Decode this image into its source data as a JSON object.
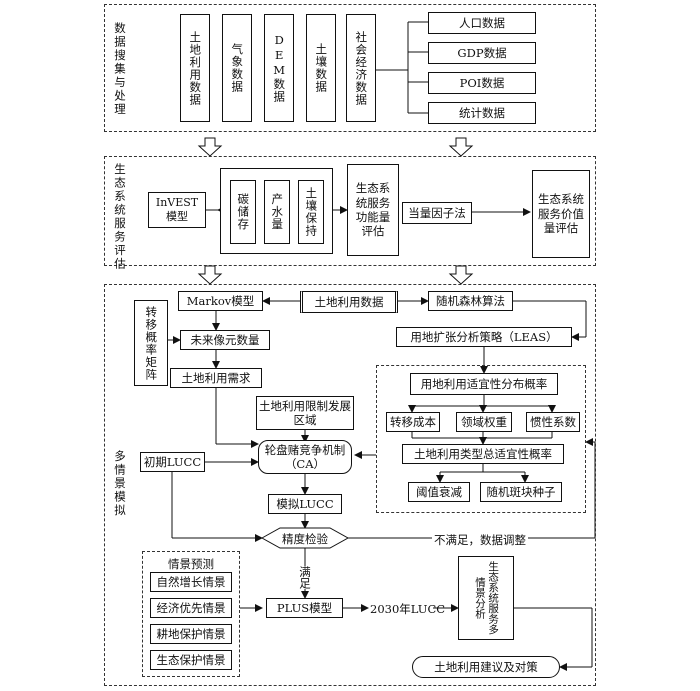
{
  "sections": {
    "data_collection": "数据搜集与处理",
    "eco_eval": "生态系统服务评估",
    "multi_scenario": "多情景模拟"
  },
  "data_boxes": [
    "土地利用数据",
    "气象数据",
    "DEM数据",
    "土壤数据",
    "社会经济数据"
  ],
  "social_items": [
    "人口数据",
    "GDP数据",
    "POI数据",
    "统计数据"
  ],
  "eco": {
    "invest": "InVEST模型",
    "services": [
      "碳储存",
      "产水量",
      "土壤保持"
    ],
    "function_eval": "生态系统服务功能量评估",
    "equiv_method": "当量因子法",
    "value_eval": "生态系统服务价值量评估"
  },
  "sim": {
    "markov": "Markov模型",
    "land_data": "土地利用数据",
    "rf": "随机森林算法",
    "transfer_matrix": "转移概率矩阵",
    "future_count": "未来像元数量",
    "land_demand": "土地利用需求",
    "restrict": "土地利用限制发展区域",
    "initial": "初期LUCC",
    "ca": "轮盘赌竞争机制（CA）",
    "sim_lucc": "模拟LUCC",
    "leas": "用地扩张分析策略（LEAS）",
    "suitability": "用地利用适宜性分布概率",
    "factors": [
      "转移成本",
      "领域权重",
      "惯性系数"
    ],
    "total_prob": "土地利用类型总适宜性概率",
    "threshold": "阈值衰减",
    "random_seed": "随机斑块种子",
    "accuracy": "精度检验",
    "not_satisfied": "不满足，数据调整",
    "satisfied": "满足",
    "scenario_title": "情景预测",
    "scenarios": [
      "自然增长情景",
      "经济优先情景",
      "耕地保护情景",
      "生态保护情景"
    ],
    "plus": "PLUS模型",
    "lucc2030": "2030年LUCC",
    "multi_analysis": "生态系统服务多情景分析",
    "advice": "土地利用建议及对策"
  }
}
